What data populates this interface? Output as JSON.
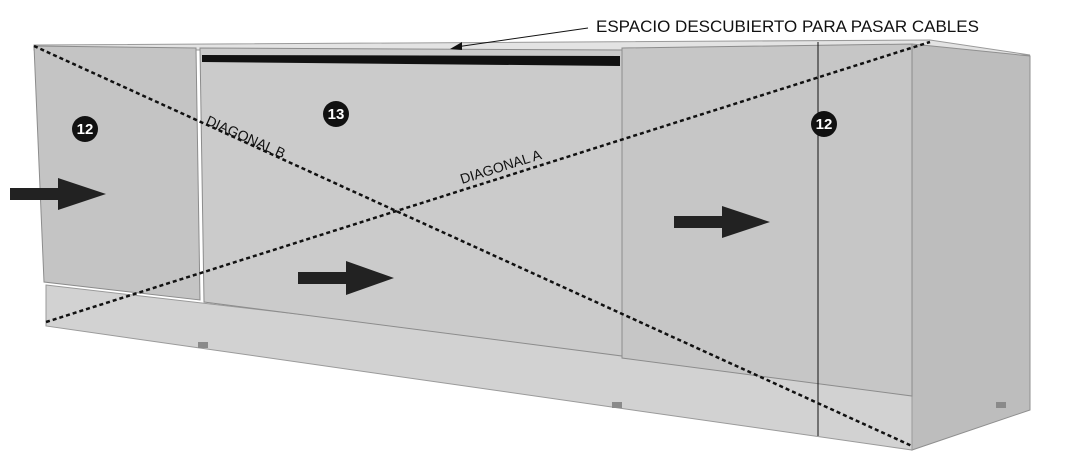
{
  "callout": {
    "text": "ESPACIO DESCUBIERTO PARA PASAR CABLES"
  },
  "diagonals": {
    "a_label": "DIAGONAL A",
    "b_label": "DIAGONAL B"
  },
  "parts": {
    "left_door": "12",
    "center_door": "13",
    "right_door": "12"
  },
  "colors": {
    "panel": "#c9c9c9",
    "panel_dark": "#b3b3b3",
    "top": "#e2e2e2",
    "edge": "#8e8e8e",
    "slot": "#0f0f0f",
    "arrow": "#222222",
    "dashes": "#111111"
  }
}
